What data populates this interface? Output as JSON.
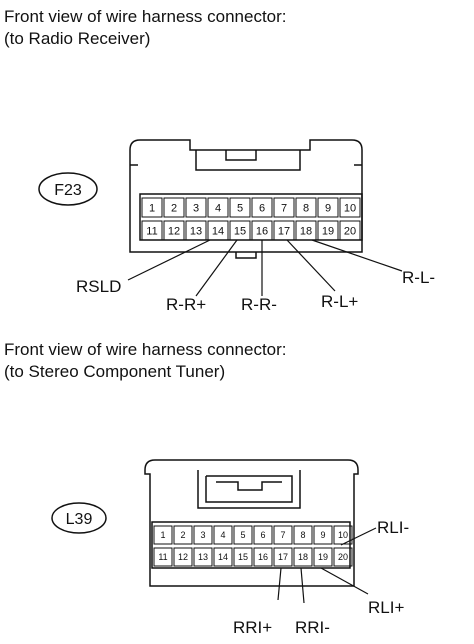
{
  "section_f23": {
    "title_line1": "Front view of wire harness connector:",
    "title_line2": "(to Radio Receiver)",
    "connector_code": "F23",
    "pins_row1": [
      "1",
      "2",
      "3",
      "4",
      "5",
      "6",
      "7",
      "8",
      "9",
      "10"
    ],
    "pins_row2": [
      "11",
      "12",
      "13",
      "14",
      "15",
      "16",
      "17",
      "18",
      "19",
      "20"
    ],
    "labels": {
      "rsld": "RSLD",
      "r_r_plus": "R-R+",
      "r_r_minus": "R-R-",
      "r_l_plus": "R-L+",
      "r_l_minus": "R-L-"
    }
  },
  "section_l39": {
    "title_line1": "Front view of wire harness connector:",
    "title_line2": "(to Stereo Component Tuner)",
    "connector_code": "L39",
    "pins_row1": [
      "1",
      "2",
      "3",
      "4",
      "5",
      "6",
      "7",
      "8",
      "9",
      "10"
    ],
    "pins_row2": [
      "11",
      "12",
      "13",
      "14",
      "15",
      "16",
      "17",
      "18",
      "19",
      "20"
    ],
    "labels": {
      "rli_minus": "RLI-",
      "rli_plus": "RLI+",
      "rri_plus": "RRI+",
      "rri_minus": "RRI-"
    }
  }
}
